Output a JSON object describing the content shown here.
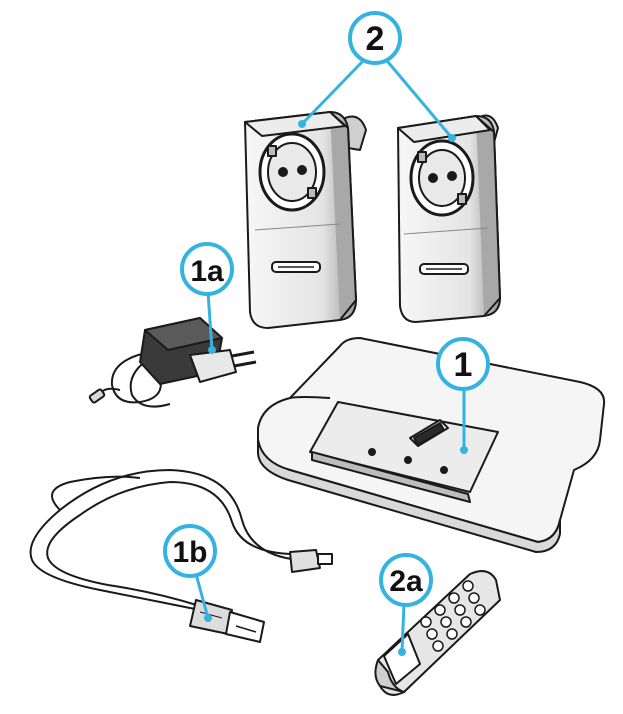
{
  "callouts": {
    "c2": "2",
    "c1a": "1a",
    "c1": "1",
    "c1b": "1b",
    "c2a": "2a"
  },
  "colors": {
    "callout_ring": "#35b3e0",
    "callout_fill": "#ffffff",
    "callout_text": "#111111",
    "line_art": "#1a1a1a",
    "device_shade": "#dcdcdc",
    "device_light": "#f4f4f4"
  }
}
